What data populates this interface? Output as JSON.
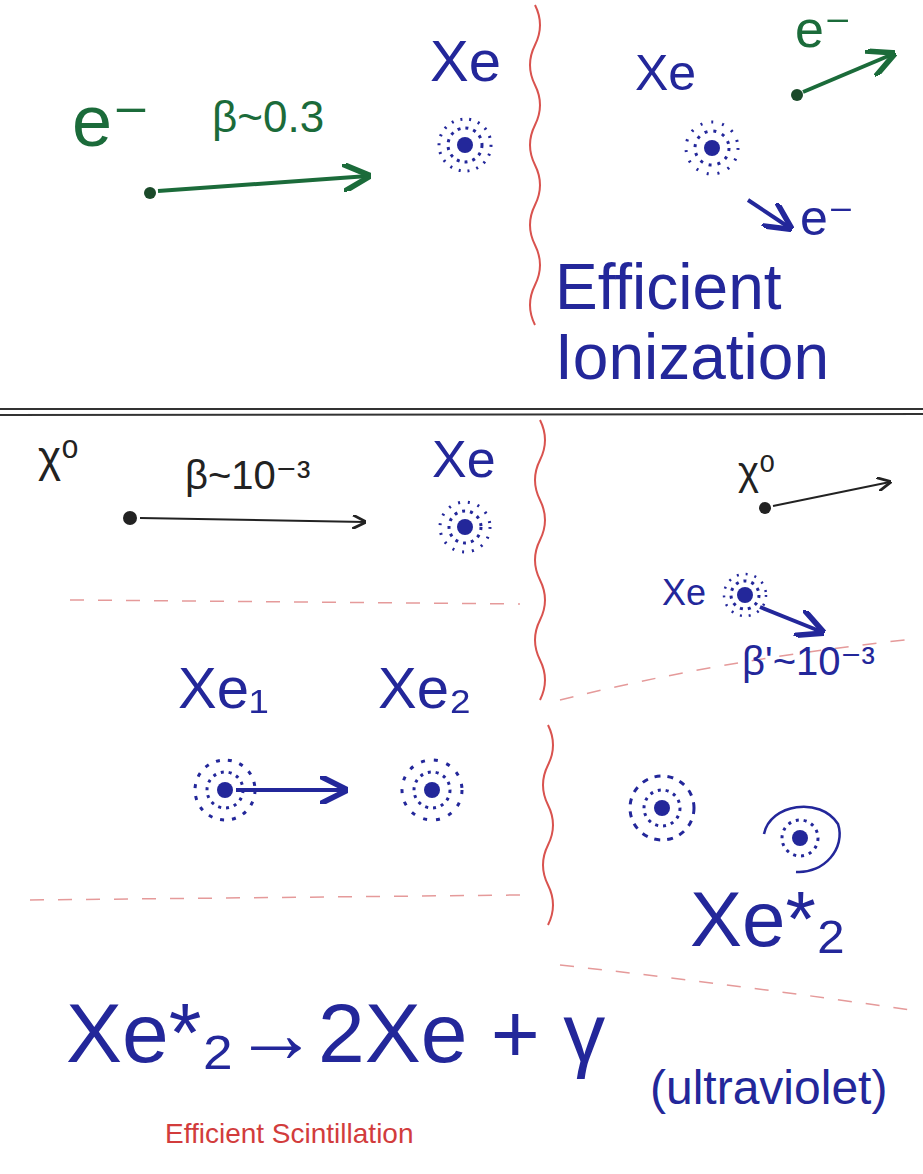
{
  "diagram": {
    "labels": [
      "e⁻",
      "β~0.3",
      "Xe",
      "Xe",
      "e⁻",
      "e⁻",
      "Efficient Ionization",
      "χ⁰",
      "β~10⁻³",
      "Xe",
      "χ⁰",
      "Xe",
      "β'~10⁻³",
      "Xe₁",
      "Xe₂",
      "Xe*₂",
      "Xe*₂→2Xe + γ",
      "(ultraviolet)",
      "Efficient Scintillation"
    ]
  }
}
